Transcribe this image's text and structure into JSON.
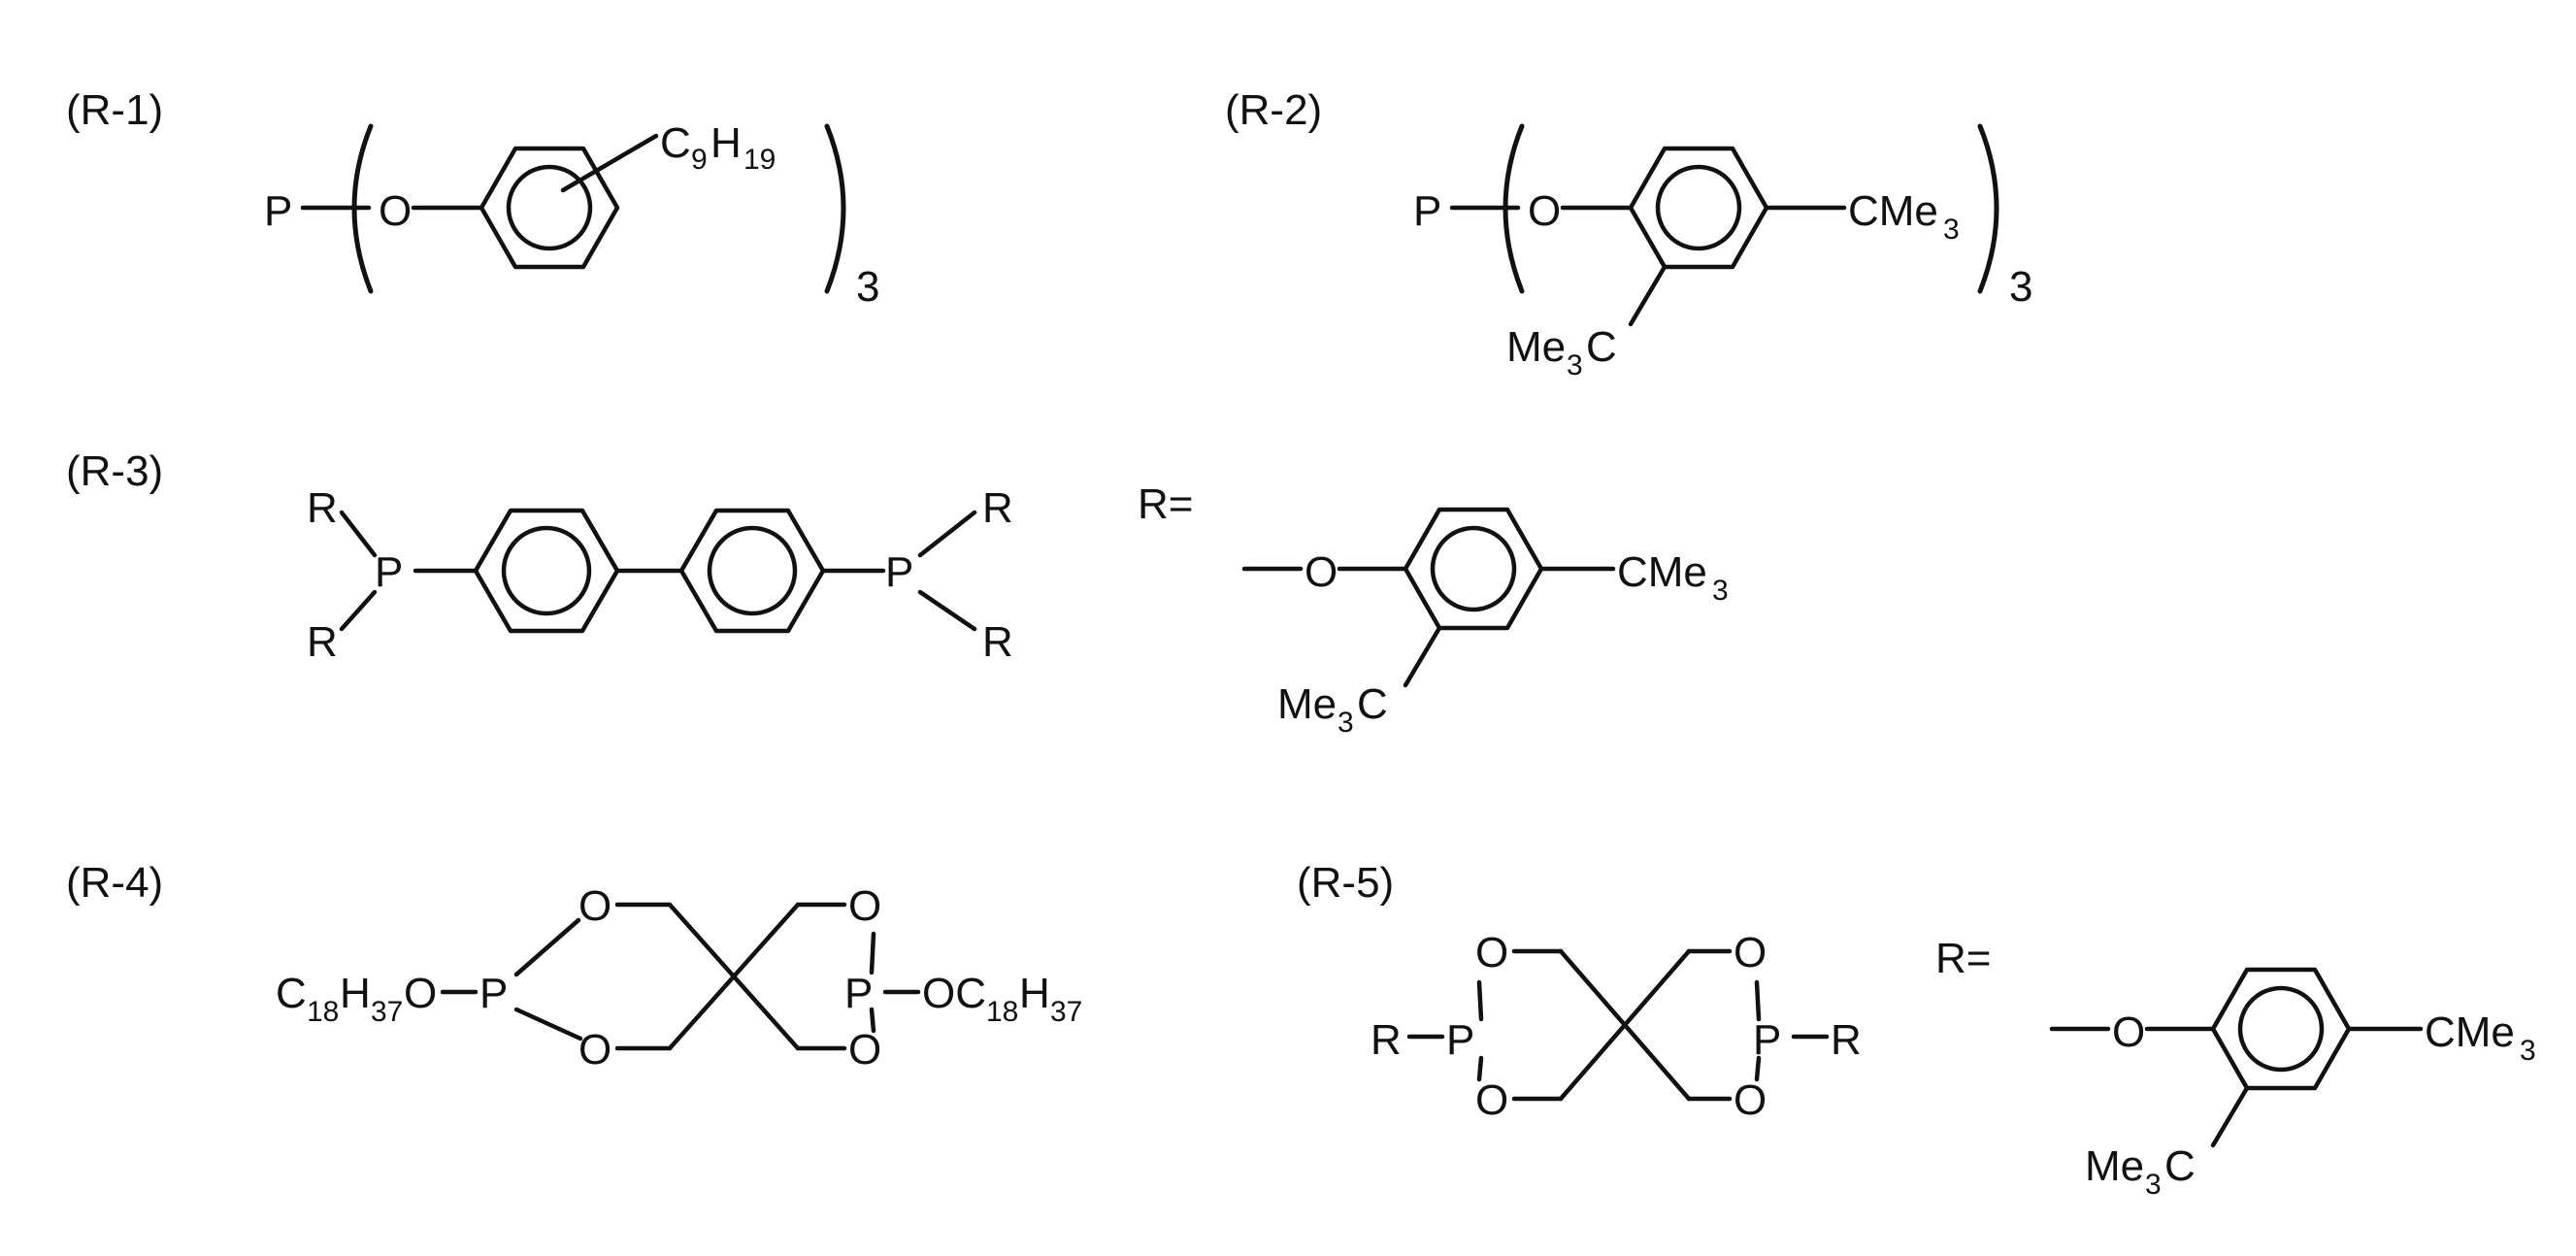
{
  "labels": {
    "r1": "(R-1)",
    "r2": "(R-2)",
    "r3": "(R-3)",
    "r4": "(R-4)",
    "r5": "(R-5)"
  },
  "atoms": {
    "P": "P",
    "O": "O",
    "R": "R",
    "C": "C",
    "H": "H",
    "me": "Me",
    "cme": "CMe",
    "r_equals": "R=",
    "three": "3",
    "nine": "9",
    "nineteen": "19",
    "eighteen": "18",
    "thirtyseven": "37",
    "oc": "OC",
    "o": "O"
  }
}
